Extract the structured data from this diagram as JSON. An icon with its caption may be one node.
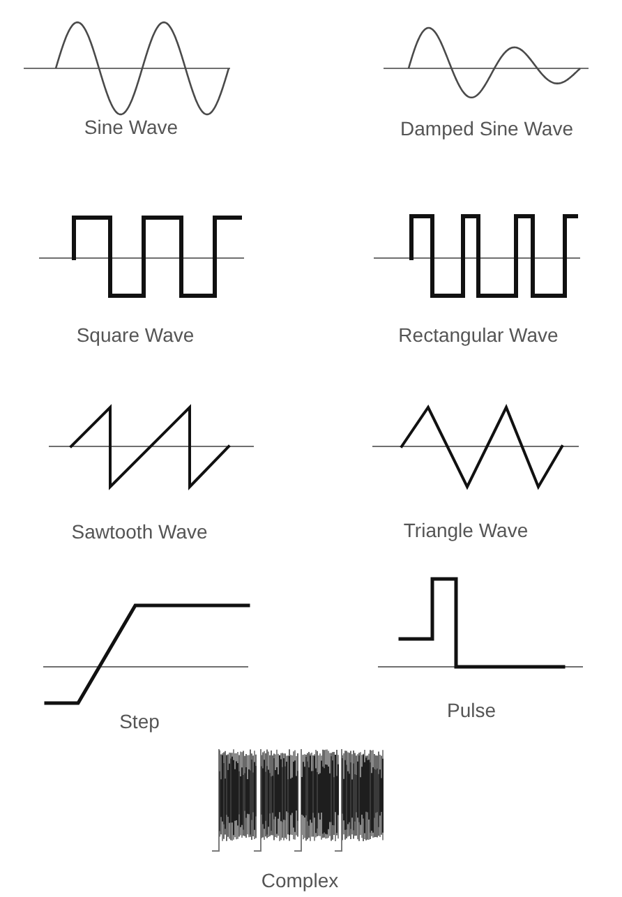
{
  "diagram": {
    "labels": [
      "Sine Wave",
      "Damped Sine Wave",
      "Square Wave",
      "Rectangular Wave",
      "Sawtooth Wave",
      "Triangle Wave",
      "Step",
      "Pulse",
      "Complex"
    ]
  }
}
